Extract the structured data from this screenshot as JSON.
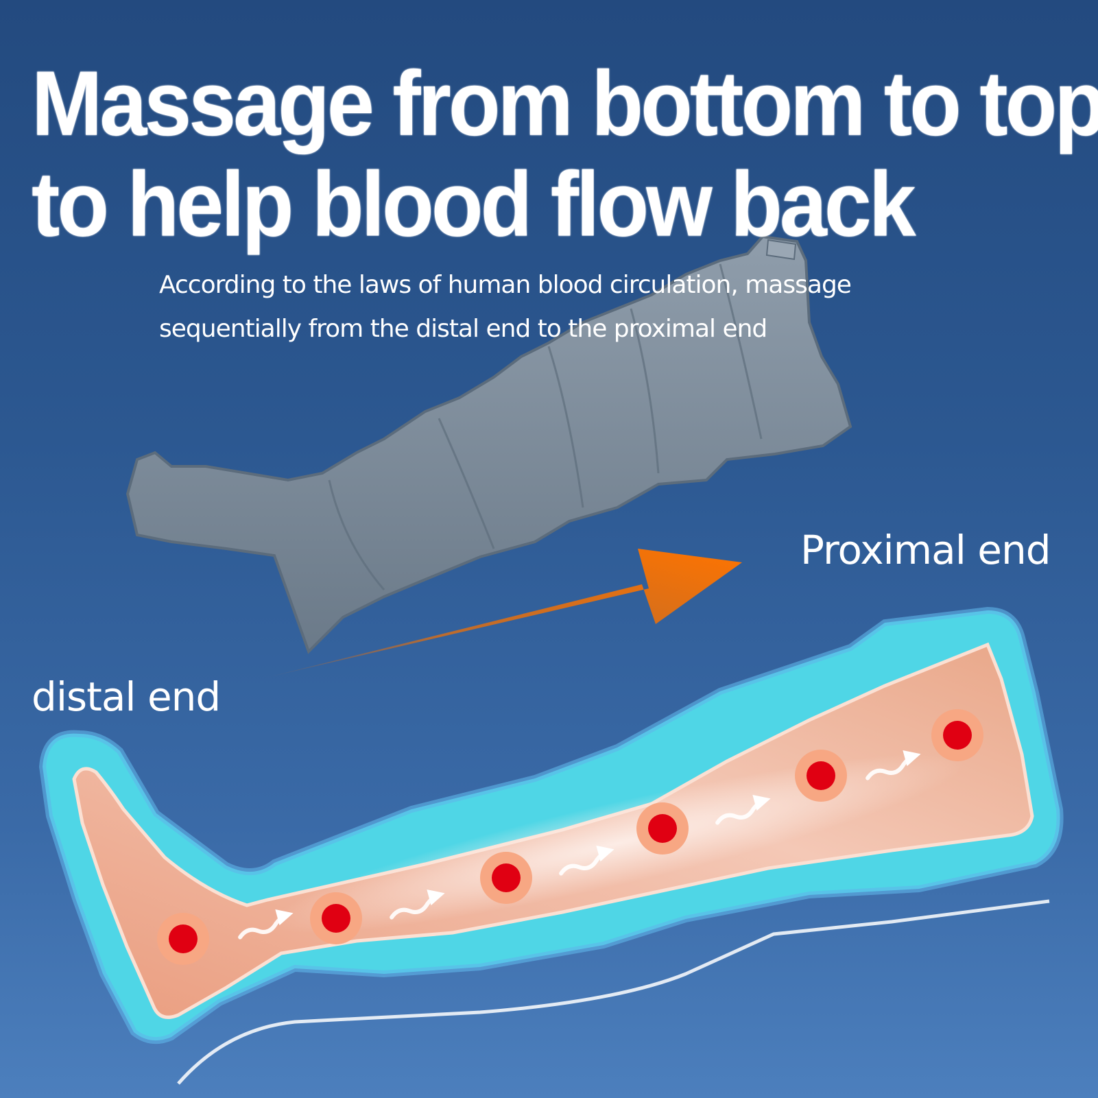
{
  "heading": {
    "line1": "Massage from bottom to top",
    "line2": "to help blood flow back"
  },
  "description": {
    "line1": "According to the laws of human blood circulation, massage",
    "line2": "sequentially from the distal end to the proximal end"
  },
  "labels": {
    "proximal": "Proximal end",
    "distal": "distal end"
  },
  "colors": {
    "background_top": "#234a7f",
    "background_bottom": "#4c7fbd",
    "sleeve_gray": "#7f8e9c",
    "arrow_orange": "#f57000",
    "wrap_cyan": "#4fd6e6",
    "leg_skin": "#f0b59a",
    "pressure_point_red": "#e00012"
  },
  "diagram": {
    "direction_arrow_icon": "orange-arrow-right-icon",
    "flow_arrow_icon": "white-wavy-arrow-icon",
    "pressure_point_count": 6
  }
}
